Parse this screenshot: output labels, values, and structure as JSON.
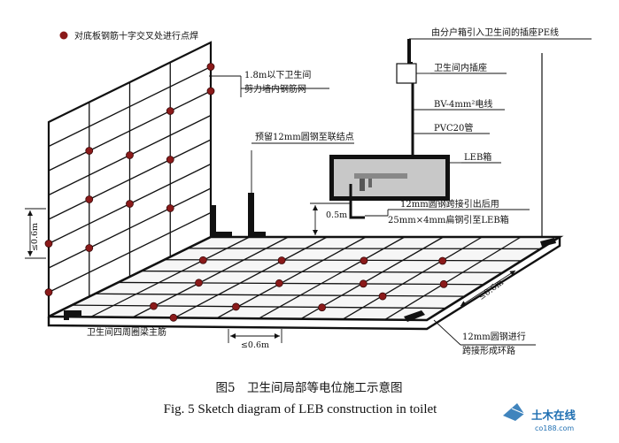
{
  "legend": {
    "dot_label": "对底板钢筋十字交叉处进行点焊"
  },
  "labels": {
    "pe_source": "由分户箱引入卫生间的插座PE线",
    "wall_mesh_line1": "1.8m以下卫生间",
    "wall_mesh_line2": "剪力墙内钢筋网",
    "reserve_steel": "预留12mm圆钢至联结点",
    "toilet_socket": "卫生间内插座",
    "bv_wire": "BV-4mm²电线",
    "pvc_pipe": "PVC20管",
    "leb_box": "LEB箱",
    "flat_steel_line1": "12mm圆钢跨接引出后用",
    "flat_steel_line2": "25mm×4mm扁钢引至LEB箱",
    "beam_rebar": "卫生间四周圈梁主筋",
    "ring_line1": "12mm圆钢进行",
    "ring_line2": "跨接形成环路"
  },
  "dimensions": {
    "height_05": "0.5m",
    "wall_spacing": "≤0.6m",
    "floor_right_spacing": "≤0.6m",
    "floor_bottom_spacing": "≤0.6m"
  },
  "caption": {
    "cn": "图5　卫生间局部等电位施工示意图",
    "en": "Fig. 5    Sketch diagram of LEB construction in toilet"
  },
  "watermark": {
    "text": "土木在线",
    "sub": "co188.com"
  },
  "colors": {
    "weld_dot": "#8b1a1a",
    "line": "#111111",
    "watermark": "#1f6fb2"
  }
}
